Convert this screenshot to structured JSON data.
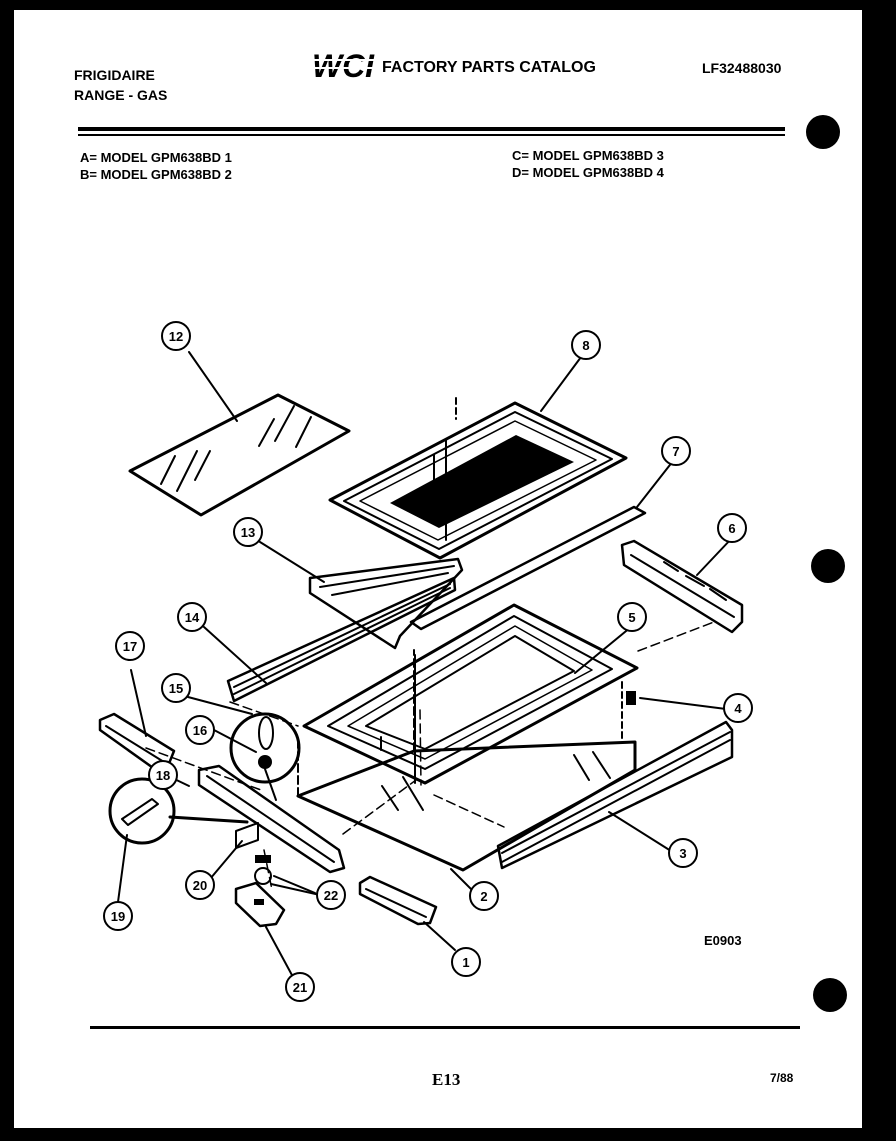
{
  "header": {
    "brand_line1": "FRIGIDAIRE",
    "brand_line2": "RANGE - GAS",
    "logo_text": "WCI",
    "catalog_title": "FACTORY PARTS CATALOG",
    "publication_number": "LF32488030"
  },
  "models": {
    "a": "A= MODEL GPM638BD 1",
    "b": "B= MODEL GPM638BD 2",
    "c": "C= MODEL GPM638BD 3",
    "d": "D= MODEL GPM638BD 4"
  },
  "diagram": {
    "code": "E0903",
    "callouts": [
      "1",
      "2",
      "3",
      "4",
      "5",
      "6",
      "7",
      "8",
      "12",
      "13",
      "14",
      "15",
      "16",
      "17",
      "18",
      "19",
      "20",
      "21",
      "22"
    ]
  },
  "footer": {
    "page_number": "E13",
    "date": "7/88"
  }
}
